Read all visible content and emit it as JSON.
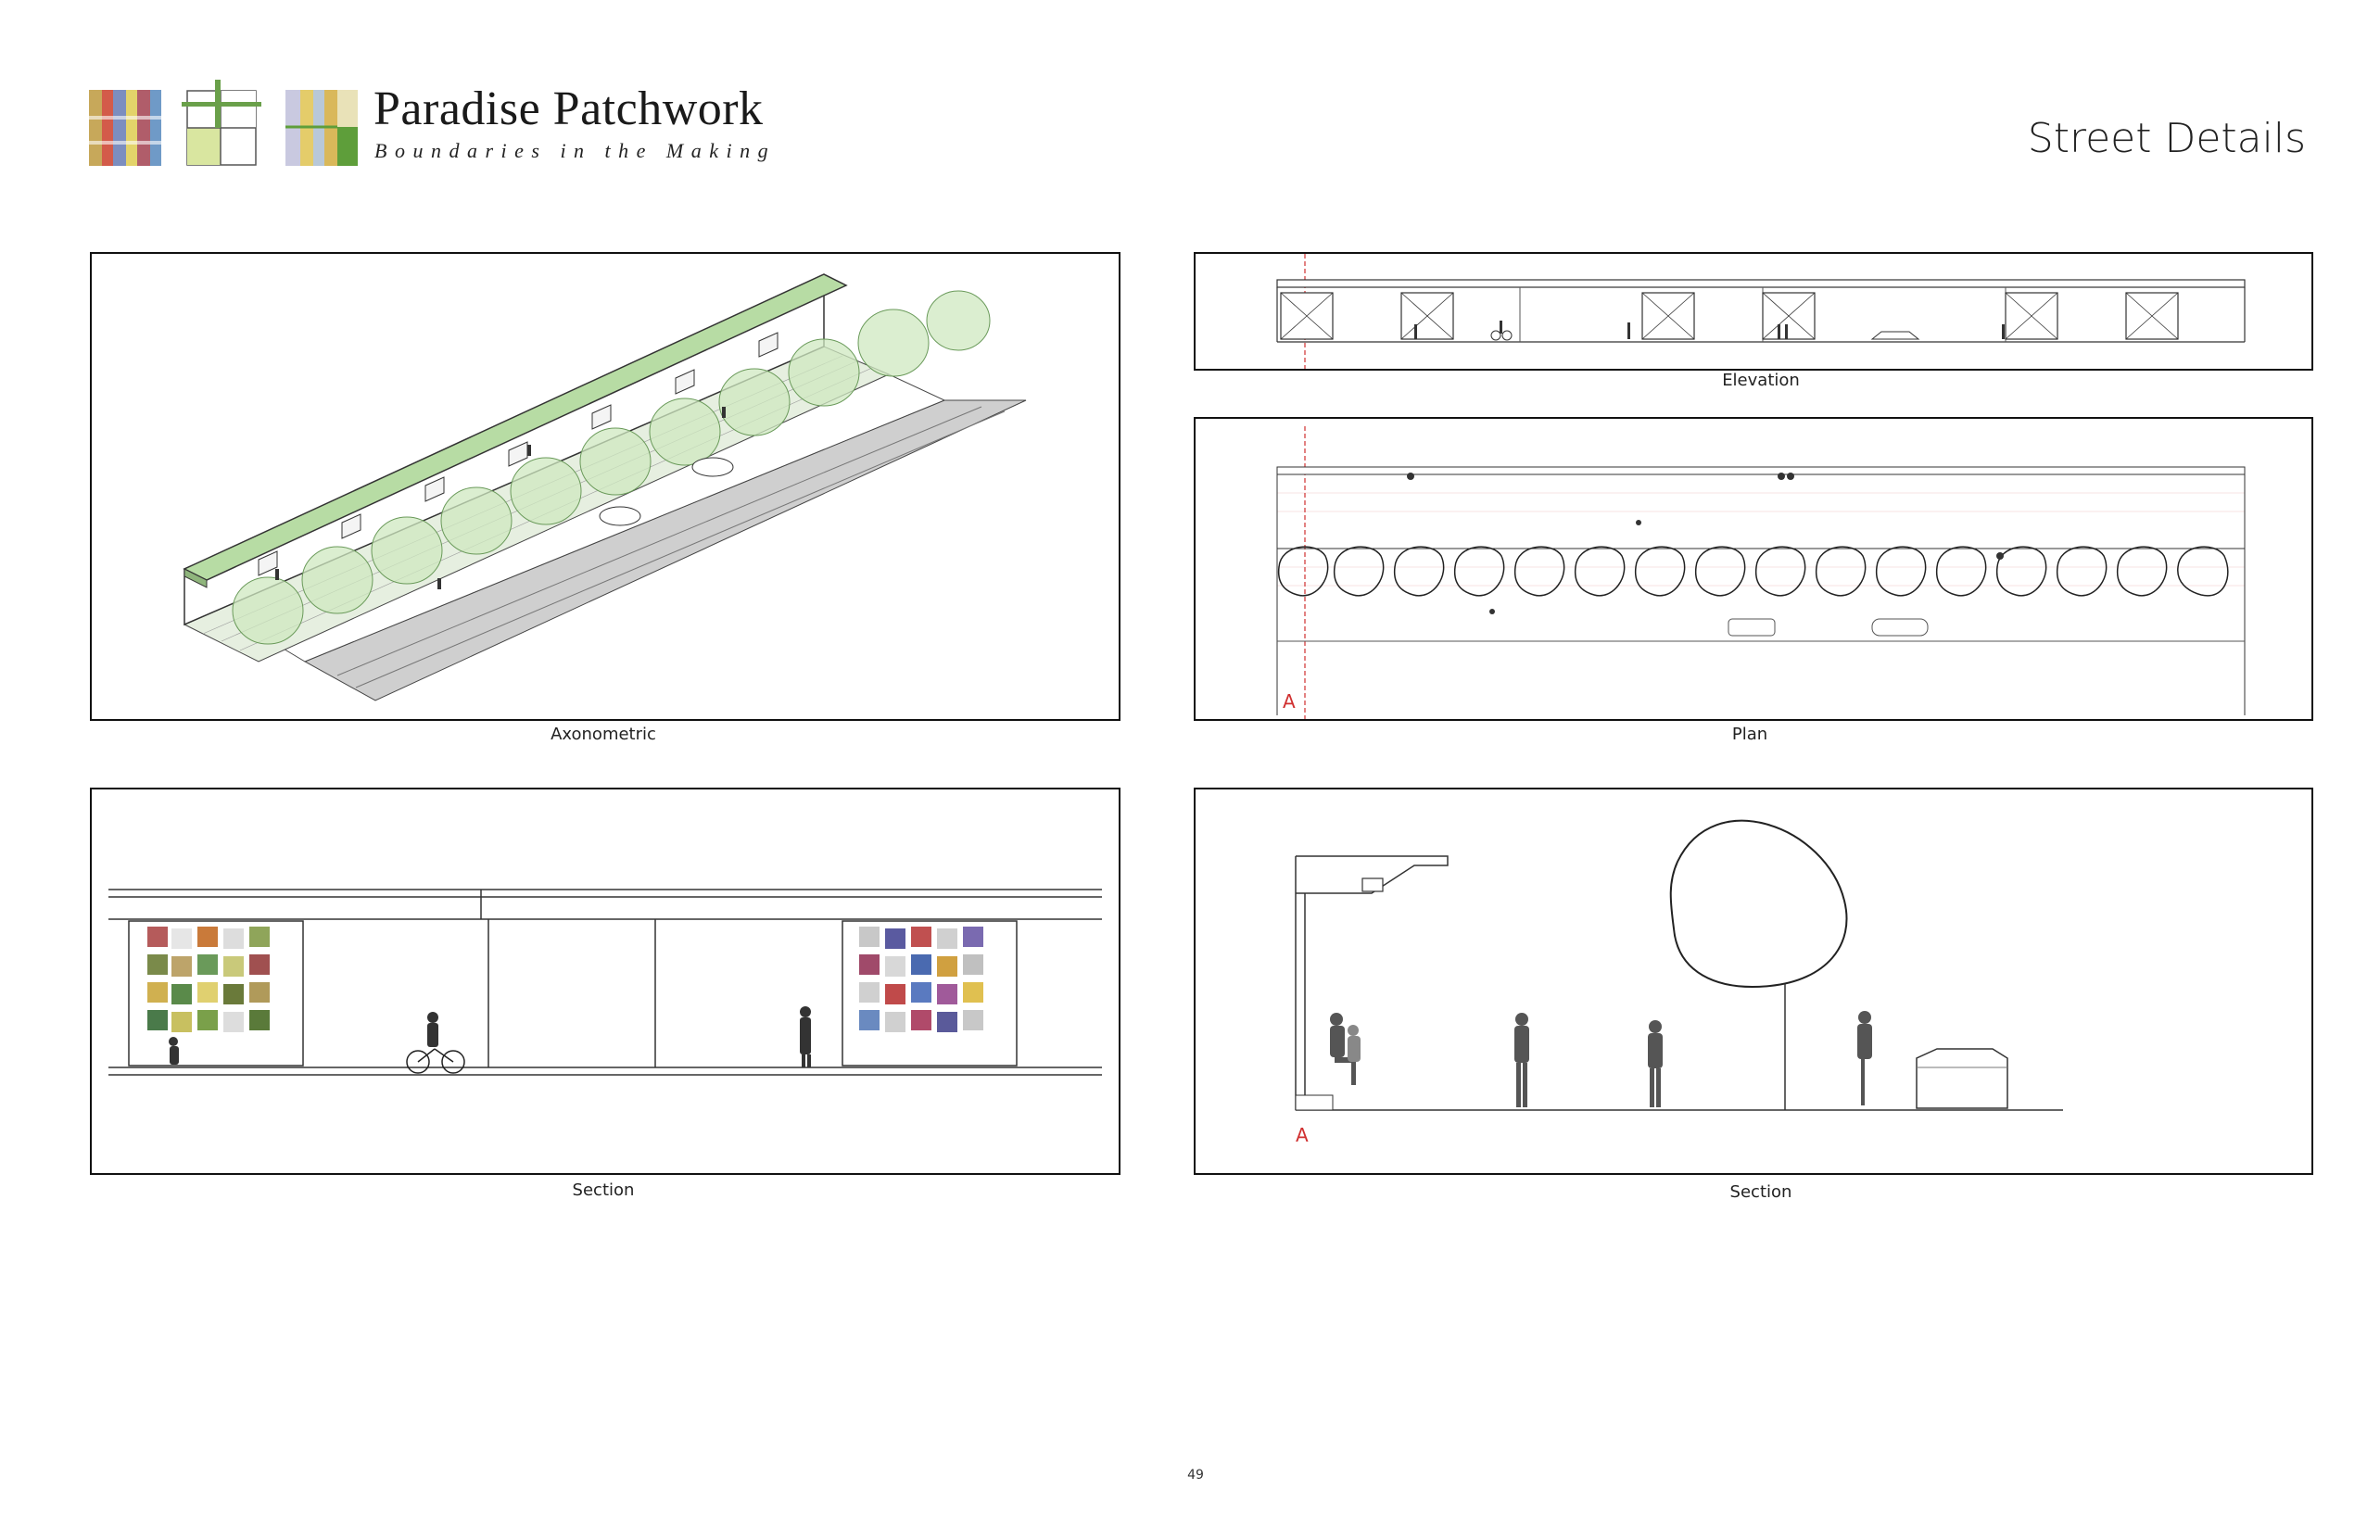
{
  "header": {
    "brand_title": "Paradise Patchwork",
    "brand_subtitle": "Boundaries in the Making",
    "page_title": "Street Details"
  },
  "panels": {
    "axonometric": {
      "caption": "Axonometric"
    },
    "elevation": {
      "caption": "Elevation"
    },
    "plan": {
      "caption": "Plan",
      "section_marker": "A"
    },
    "section_left": {
      "caption": "Section"
    },
    "section_right": {
      "caption": "Section",
      "section_marker": "A"
    }
  },
  "page_number": "49",
  "colors": {
    "canopy_green": "#b7dca4",
    "tree_green": "#cfe8c0",
    "road_grey": "#c9c9c9",
    "marker_red": "#d03030",
    "logo_yellow": "#d9cc5a",
    "logo_green": "#6aa04a"
  }
}
